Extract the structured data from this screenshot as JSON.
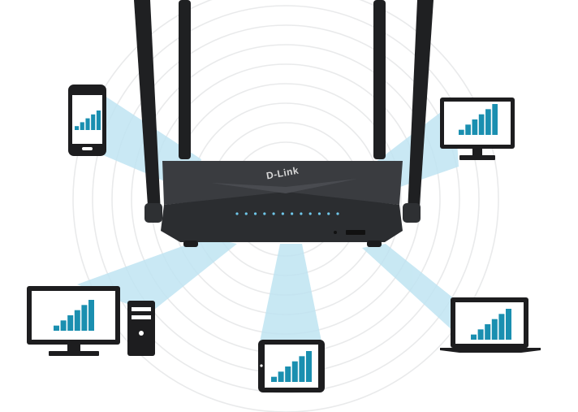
{
  "router": {
    "brand": "D-Link",
    "antenna_count": 4,
    "status_led_count": 12
  },
  "colors": {
    "background": "#ffffff",
    "router_body": "#2b2d30",
    "router_top": "#3a3c40",
    "antenna": "#1f2022",
    "beam": "#bfe4f2",
    "signal_bars": "#1a8fb0",
    "device_frame": "#1d1d1f",
    "led": "#6fc7ea",
    "rings": "#e9eaeb"
  },
  "devices": [
    {
      "name": "smartphone",
      "signal_bars": 5
    },
    {
      "name": "desktop-monitor",
      "signal_bars": 6
    },
    {
      "name": "desktop-pc",
      "signal_bars": 6
    },
    {
      "name": "tablet",
      "signal_bars": 6
    },
    {
      "name": "laptop",
      "signal_bars": 6
    }
  ]
}
